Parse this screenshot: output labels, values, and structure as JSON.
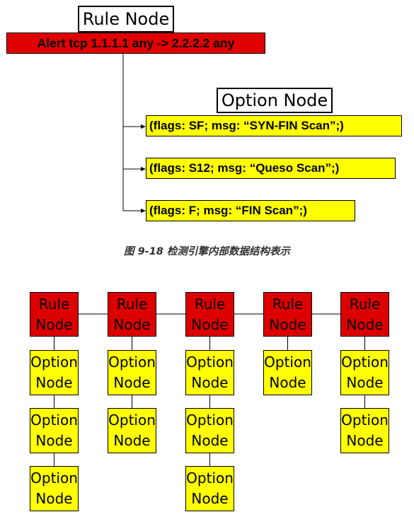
{
  "top_diagram": {
    "rule_node_label": "Rule Node",
    "rule_text": "Alert tcp 1.1.1.1 any -> 2.2.2.2 any",
    "option_node_label": "Option Node",
    "options": [
      "(flags: SF; msg: “SYN-FIN Scan”;)",
      "(flags: S12; msg: “Queso Scan”;)",
      "(flags: F; msg: “FIN Scan”;)"
    ]
  },
  "caption": "图 9-18 检测引擎内部数据结构表示",
  "bottom_diagram": {
    "rule_line1": "Rule",
    "rule_line2": "Node",
    "option_line1": "Option",
    "option_line2": "Node",
    "column_option_counts": [
      3,
      2,
      3,
      1,
      2
    ]
  },
  "colors": {
    "rule_red": "#dd0000",
    "option_yellow": "#ffff00",
    "line": "#000000"
  }
}
